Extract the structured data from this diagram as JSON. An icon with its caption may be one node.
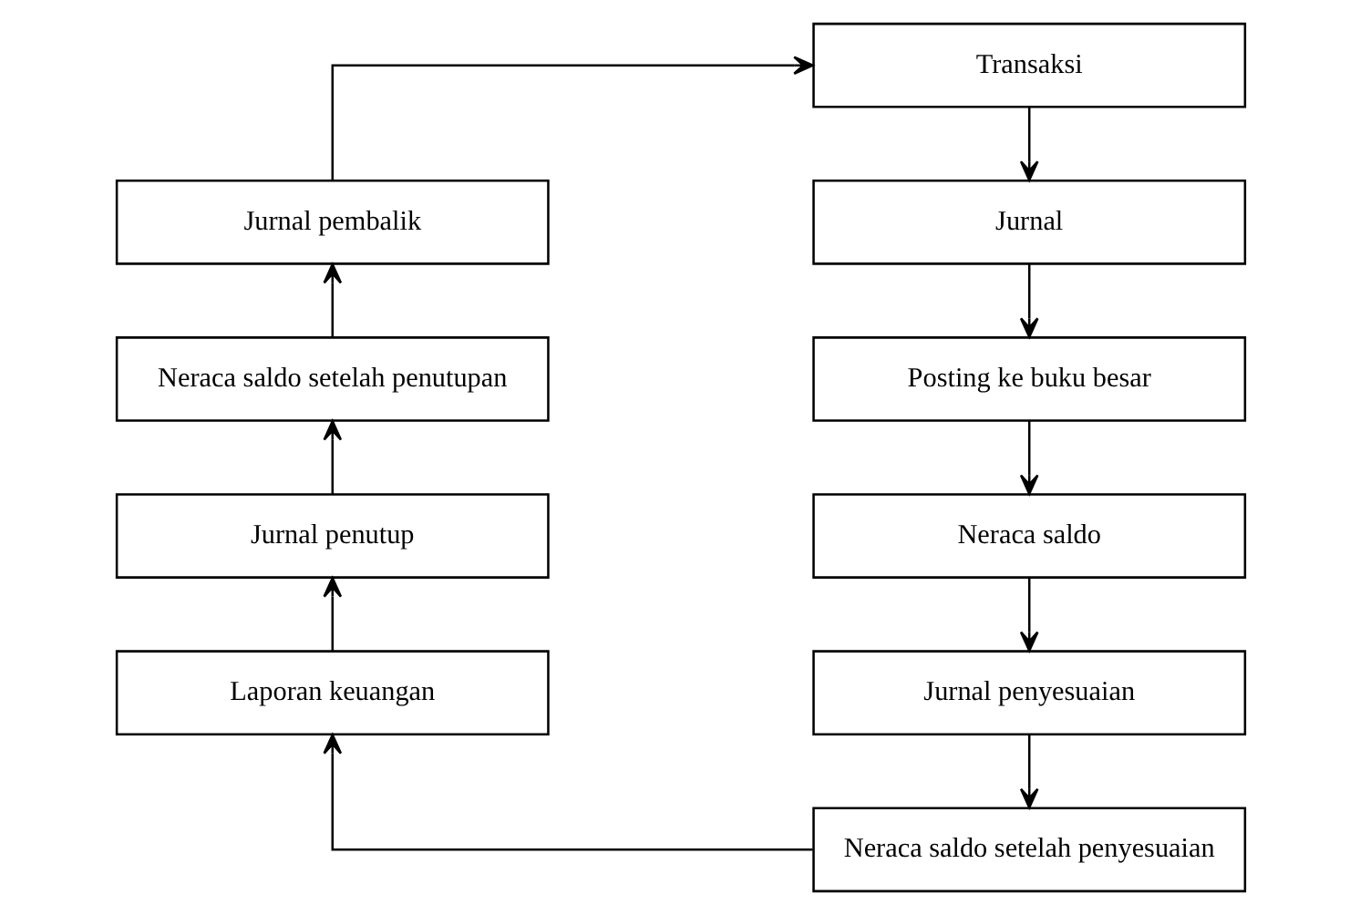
{
  "diagram": {
    "nodes": [
      {
        "text": [
          "Transaksi"
        ]
      },
      {
        "text": [
          "Jurnal"
        ]
      },
      {
        "text": [
          "Posting ke buku besar"
        ]
      },
      {
        "text": [
          "Neraca saldo"
        ]
      },
      {
        "text": [
          "Jurnal penyesuaian"
        ]
      },
      {
        "text": [
          "Neraca saldo setelah penyesuaian"
        ]
      },
      {
        "text": [
          "Laporan keuangan"
        ]
      },
      {
        "text": [
          "Jurnal penutup"
        ]
      },
      {
        "text": [
          "Neraca saldo setelah penutupan"
        ]
      },
      {
        "text": [
          "Jurnal pembalik"
        ]
      }
    ],
    "edges": [
      {
        "from": 0,
        "to": 1,
        "arrow": "to"
      },
      {
        "from": 1,
        "to": 2,
        "arrow": "to"
      },
      {
        "from": 2,
        "to": 3,
        "arrow": "to"
      },
      {
        "from": 3,
        "to": 4,
        "arrow": "to"
      },
      {
        "from": 4,
        "to": 5,
        "arrow": "to"
      },
      {
        "from": 5,
        "to": 6,
        "arrow": "to"
      },
      {
        "from": 6,
        "to": 7,
        "arrow": "to"
      },
      {
        "from": 7,
        "to": 8,
        "arrow": "to"
      },
      {
        "from": 8,
        "to": 9,
        "arrow": "to"
      },
      {
        "from": 9,
        "to": 0,
        "arrow": "to"
      }
    ]
  }
}
